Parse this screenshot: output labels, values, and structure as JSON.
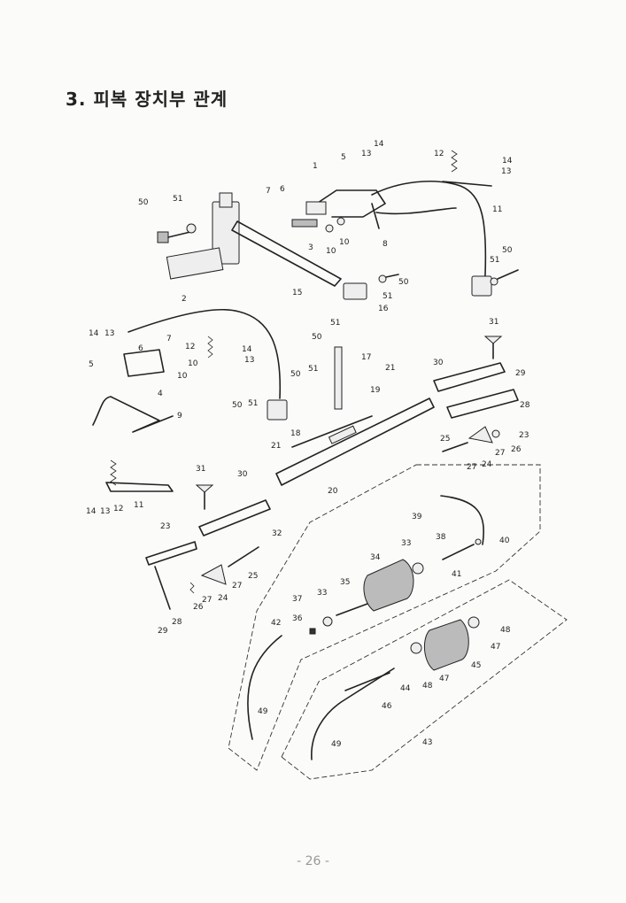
{
  "page": {
    "heading": "3. 피복 장치부 관계",
    "page_number": "- 26 -"
  },
  "callouts": {
    "c1": "1",
    "c2": "2",
    "c3": "3",
    "c4": "4",
    "c5a": "5",
    "c5b": "5",
    "c6a": "6",
    "c6b": "6",
    "c7a": "7",
    "c7b": "7",
    "c8": "8",
    "c9": "9",
    "c10a": "10",
    "c10b": "10",
    "c10c": "10",
    "c10d": "10",
    "c11a": "11",
    "c11b": "11",
    "c12a": "12",
    "c12b": "12",
    "c12c": "12",
    "c13a": "13",
    "c13b": "13",
    "c13c": "13",
    "c13d": "13",
    "c13e": "13",
    "c14a": "14",
    "c14b": "14",
    "c14c": "14",
    "c14d": "14",
    "c14e": "14",
    "c15": "15",
    "c16": "16",
    "c17": "17",
    "c18": "18",
    "c19": "19",
    "c20": "20",
    "c21a": "21",
    "c21b": "21",
    "c23a": "23",
    "c23b": "23",
    "c24a": "24",
    "c24b": "24",
    "c25a": "25",
    "c25b": "25",
    "c26a": "26",
    "c26b": "26",
    "c27a": "27",
    "c27b": "27",
    "c27c": "27",
    "c27d": "27",
    "c28a": "28",
    "c28b": "28",
    "c29a": "29",
    "c29b": "29",
    "c30a": "30",
    "c30b": "30",
    "c31a": "31",
    "c31b": "31",
    "c32": "32",
    "c33a": "33",
    "c33b": "33",
    "c34": "34",
    "c35": "35",
    "c36": "36",
    "c37": "37",
    "c38": "38",
    "c39": "39",
    "c40": "40",
    "c41": "41",
    "c42": "42",
    "c43": "43",
    "c44": "44",
    "c45": "45",
    "c46": "46",
    "c47a": "47",
    "c47b": "47",
    "c48a": "48",
    "c48b": "48",
    "c49a": "49",
    "c49b": "49",
    "c50a": "50",
    "c50b": "50",
    "c50c": "50",
    "c50d": "50",
    "c50e": "50",
    "c50f": "50",
    "c51a": "51",
    "c51b": "51",
    "c51c": "51",
    "c51d": "51",
    "c51e": "51",
    "c51f": "51"
  }
}
